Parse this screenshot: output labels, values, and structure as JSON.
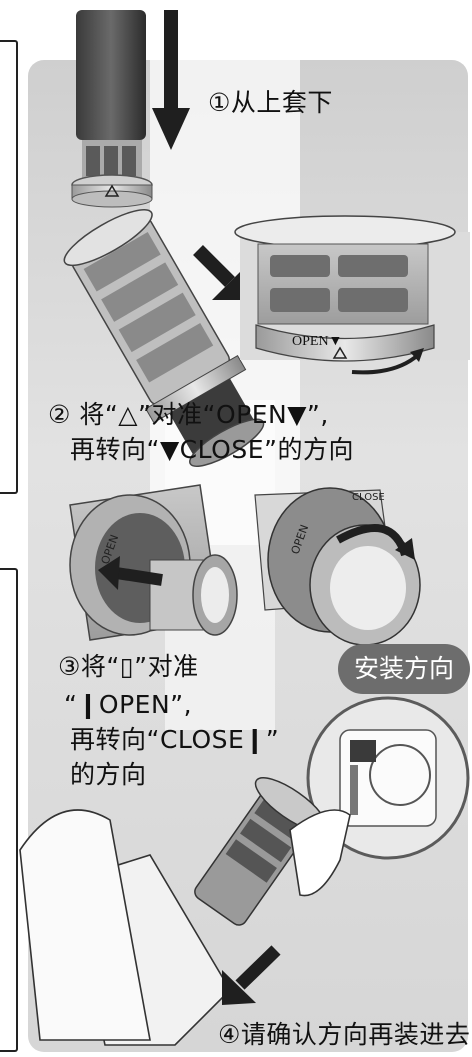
{
  "steps": [
    {
      "text": "①从上套下"
    },
    {
      "line1": "② 将“△”对准“OPEN▼”,",
      "line2": "再转向“▼CLOSE”的方向"
    },
    {
      "line1": "③将“▯”对准",
      "line2": "“❙OPEN”,",
      "line3": "再转向“CLOSE❙”",
      "line4": "的方向"
    },
    {
      "text": "④请确认方向再装进去"
    }
  ],
  "callout_label": "安装方向",
  "part_labels": {
    "open_ring": "OPEN▼",
    "open_side": "OPEN",
    "close_side": "CLOSE"
  },
  "colors": {
    "backdrop": "#d3d3d3",
    "arrow": "#1f1f1f",
    "part_dark": "#4a4a4a",
    "part_light": "#bdbdbd",
    "badge": "#6d6d6d"
  }
}
